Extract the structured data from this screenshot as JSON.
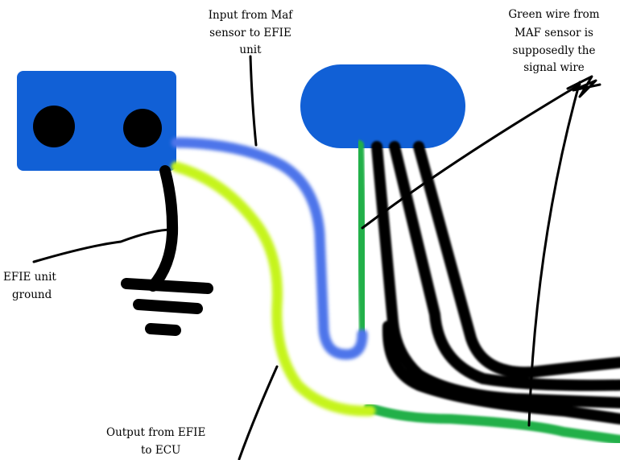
{
  "labels": {
    "input": [
      "Input from Maf",
      "sensor to EFIE",
      "unit"
    ],
    "green_wire": [
      "Green wire from",
      "MAF sensor is",
      "supposedly the",
      "signal wire"
    ],
    "ground": [
      "EFIE unit",
      "ground"
    ],
    "output": [
      "Output from EFIE",
      "to ECU"
    ]
  },
  "colors": {
    "efie_box": "#1160d6",
    "connector": "#1160d6",
    "blue_wire": "#4e74ea",
    "yellow_wire": "#c6f41a",
    "green_wire": "#22b04a",
    "black_wire": "#000000"
  }
}
